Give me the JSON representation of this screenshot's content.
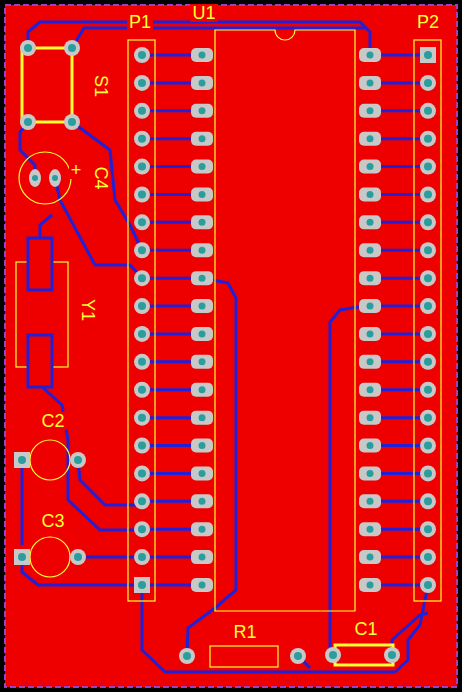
{
  "diagram": {
    "labels": [
      "P1",
      "U1",
      "P2",
      "S1",
      "C4",
      "+",
      "Y1",
      "C2",
      "C3",
      "R1",
      "C1"
    ]
  }
}
